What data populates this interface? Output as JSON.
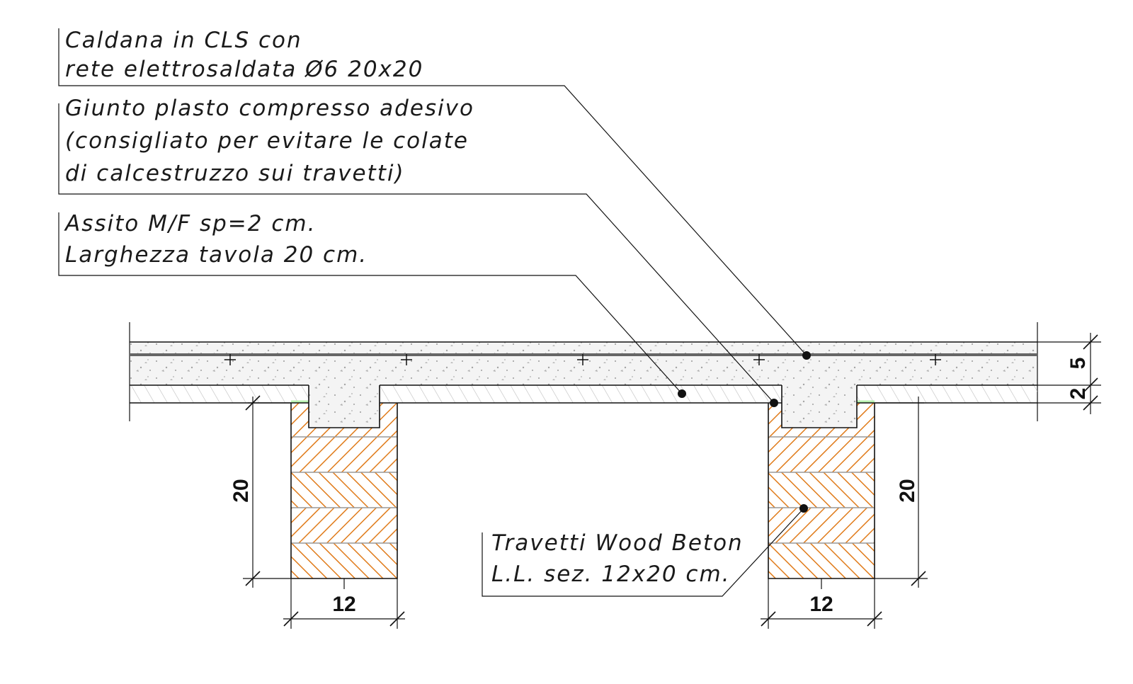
{
  "labels": {
    "caldana_line1": "Caldana in CLS con",
    "caldana_line2": "rete elettrosaldata Ø6 20x20",
    "giunto_line1": "Giunto plasto compresso adesivo",
    "giunto_line2": "(consigliato per evitare le colate",
    "giunto_line3": "di calcestruzzo sui travetti)",
    "assito_line1": "Assito M/F sp=2 cm.",
    "assito_line2": "Larghezza tavola 20 cm.",
    "travetti_line1": "Travetti Wood Beton",
    "travetti_line2": "L.L. sez. 12x20 cm."
  },
  "dimensions": {
    "slab_thickness": "5",
    "board_thickness": "2",
    "beam_height_left": "20",
    "beam_height_right": "20",
    "beam_width_left": "12",
    "beam_width_right": "12"
  },
  "colors": {
    "wood_hatch": "#e07b1a",
    "concrete_fill": "#f1f1f1",
    "board_hatch": "#b5b5b5",
    "rebar": "#666666"
  }
}
